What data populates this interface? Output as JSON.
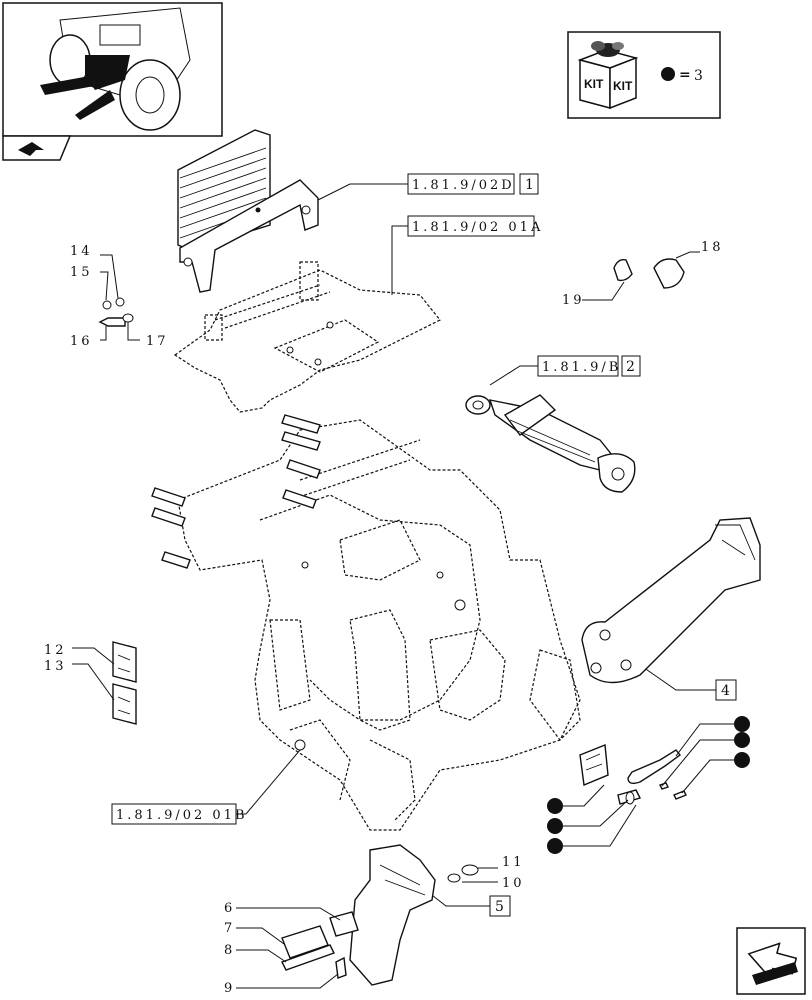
{
  "refs": {
    "ref_1_code": "1.81.9/02D",
    "ref_1_num": "1",
    "ref_2_code": "1.81.9/02 01A",
    "ref_3_code": "1.81.9/B",
    "ref_3_num": "2",
    "ref_4_num": "4",
    "ref_5_code": "1.81.9/02 01B",
    "ref_6_num": "5"
  },
  "kit": {
    "word_a": "KIT",
    "word_b": "KIT",
    "equals": "=",
    "count": "3"
  },
  "callouts": {
    "c6": "6",
    "c7": "7",
    "c8": "8",
    "c9": "9",
    "c10": "10",
    "c11": "11",
    "c12": "12",
    "c13": "13",
    "c14": "14",
    "c15": "15",
    "c16": "16",
    "c17": "17",
    "c18": "18",
    "c19": "19"
  },
  "icons": {
    "thumbnail": "tractor-rear-thumbnail",
    "nav": "next-page-arrow-icon",
    "kit": "kit-box-icon"
  }
}
